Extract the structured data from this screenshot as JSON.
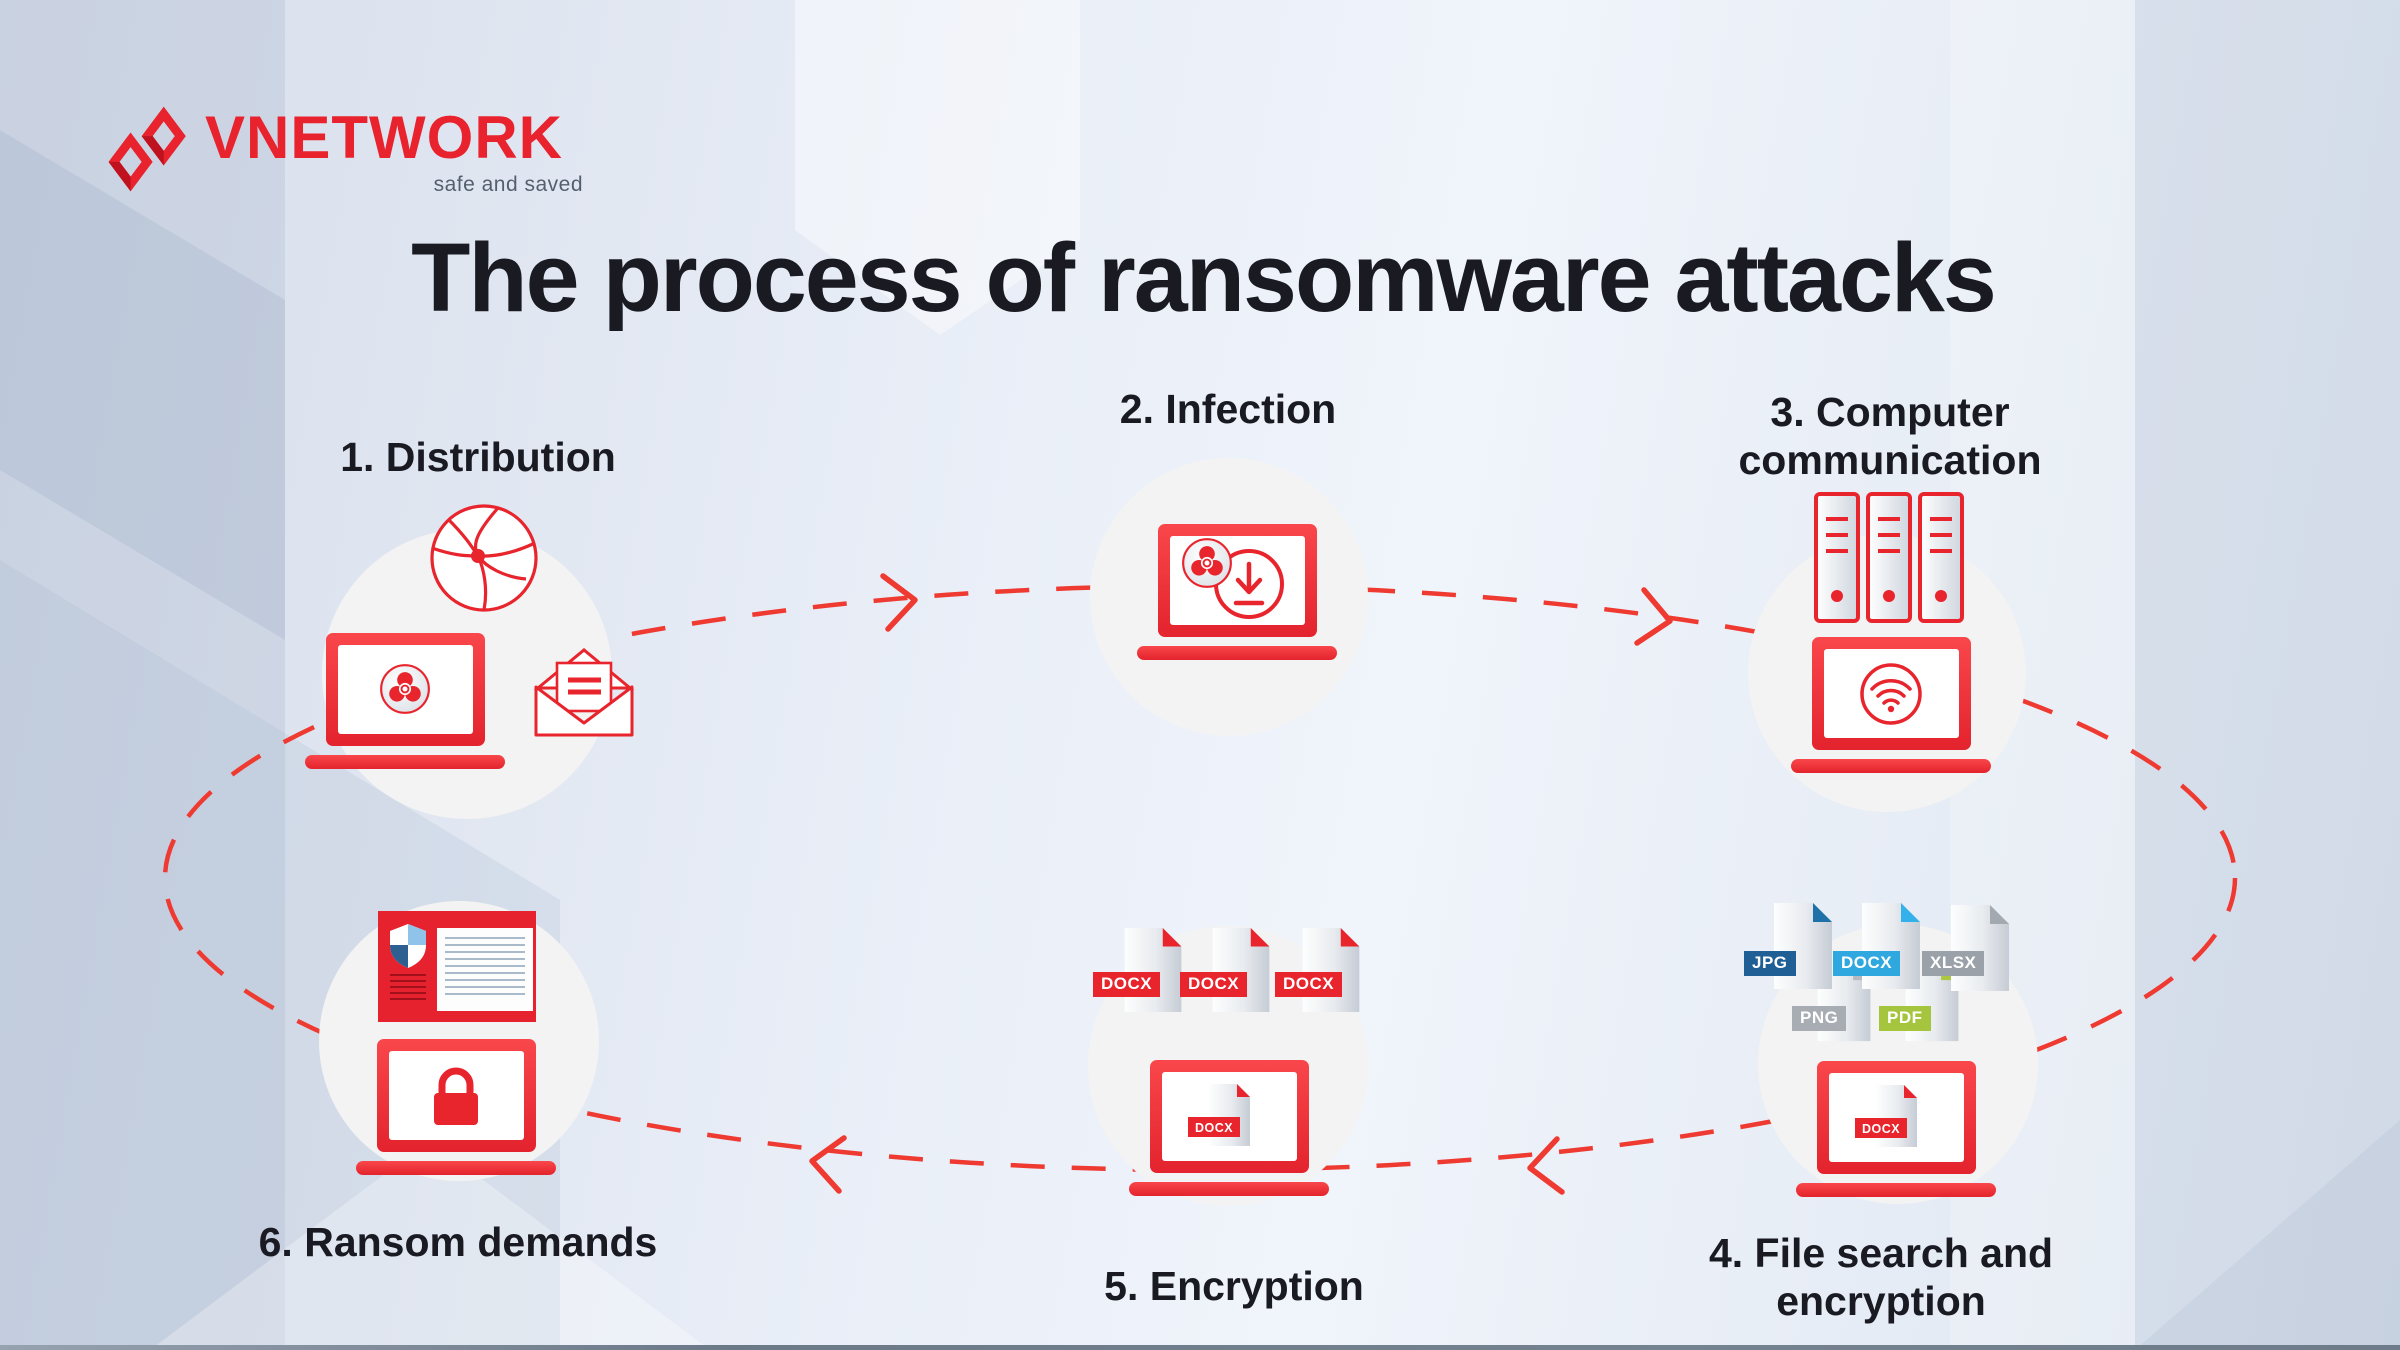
{
  "brand": {
    "name": "VNETWORK",
    "tagline": "safe and saved"
  },
  "title": "The process of ransomware attacks",
  "steps": [
    {
      "line1": "1. Distribution",
      "line2": ""
    },
    {
      "line1": "2. Infection",
      "line2": ""
    },
    {
      "line1": "3. Computer",
      "line2": "communication"
    },
    {
      "line1": "4. File search and",
      "line2": "encryption"
    },
    {
      "line1": "5. Encryption",
      "line2": ""
    },
    {
      "line1": "6. Ransom demands",
      "line2": ""
    }
  ],
  "step4": {
    "files_row1": [
      {
        "label": "JPG"
      },
      {
        "label": "DOCX"
      },
      {
        "label": "XLSX"
      }
    ],
    "files_row2": [
      {
        "label": "PNG"
      },
      {
        "label": "PDF"
      }
    ],
    "laptop_file": "DOCX"
  },
  "step5": {
    "files": [
      {
        "label": "DOCX"
      },
      {
        "label": "DOCX"
      },
      {
        "label": "DOCX"
      }
    ],
    "laptop_file": "DOCX"
  },
  "icons": {
    "step1": [
      "globe-icon",
      "laptop-biohazard-icon",
      "open-envelope-icon"
    ],
    "step2": [
      "laptop-download-biohazard-icon"
    ],
    "step3": [
      "server-towers-icon",
      "laptop-wifi-icon"
    ],
    "step4": [
      "file-type-icons",
      "laptop-docx-icon"
    ],
    "step5": [
      "docx-file-icons",
      "laptop-docx-icon"
    ],
    "step6": [
      "ransom-note-shield-icon",
      "laptop-lock-icon"
    ]
  },
  "colors": {
    "brand_red": "#e8232e",
    "accent_red": "#ee3a31",
    "title_text": "#191a22",
    "tagline_text": "#545f6d",
    "badge_jpg": "#1f5f96",
    "badge_docx": "#2fa8e0",
    "badge_xlsx": "#9aa1a8",
    "badge_png": "#a8adb4",
    "badge_pdf": "#a6c53f",
    "badge_docx_red": "#e8242d",
    "circle_bg": "#f2f3f2"
  }
}
